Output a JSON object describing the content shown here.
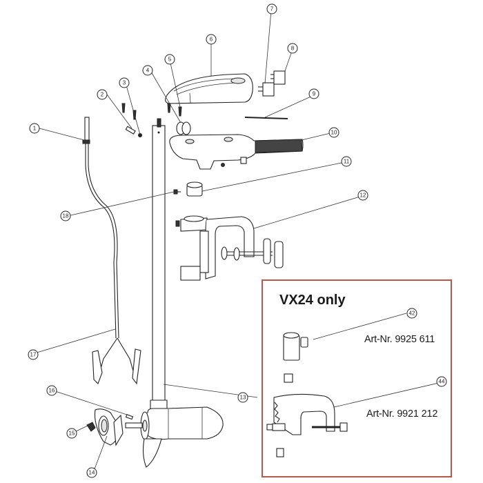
{
  "diagram": {
    "title": "Electric trolling motor exploded parts diagram",
    "callouts": [
      {
        "id": "1",
        "label": "1",
        "part": "cable-grommet"
      },
      {
        "id": "2",
        "label": "2",
        "part": "pin"
      },
      {
        "id": "3",
        "label": "3",
        "part": "screw-and-nut"
      },
      {
        "id": "4",
        "label": "4",
        "part": "spring-rings"
      },
      {
        "id": "5",
        "label": "5",
        "part": "cover-screws"
      },
      {
        "id": "6",
        "label": "6",
        "part": "head-cover"
      },
      {
        "id": "7",
        "label": "7",
        "part": "switch"
      },
      {
        "id": "8",
        "label": "8",
        "part": "switch"
      },
      {
        "id": "9",
        "label": "9",
        "part": "wire-link"
      },
      {
        "id": "10",
        "label": "10",
        "part": "tiller-handle-housing"
      },
      {
        "id": "11",
        "label": "11",
        "part": "collar"
      },
      {
        "id": "12",
        "label": "12",
        "part": "transom-clamp-bracket"
      },
      {
        "id": "13",
        "label": "13",
        "part": "shaft-and-motor"
      },
      {
        "id": "14",
        "label": "14",
        "part": "propeller"
      },
      {
        "id": "15",
        "label": "15",
        "part": "prop-nut"
      },
      {
        "id": "16",
        "label": "16",
        "part": "shear-pin"
      },
      {
        "id": "17",
        "label": "17",
        "part": "battery-cable-with-clips"
      },
      {
        "id": "18",
        "label": "18",
        "part": "collar-thumbscrew"
      }
    ],
    "inset": {
      "title": "VX24 only",
      "border_color": "#b5574b",
      "parts": [
        {
          "callout": "42",
          "art_nr": "Art-Nr. 9925 611"
        },
        {
          "callout": "44",
          "art_nr": "Art-Nr. 9921 212"
        }
      ]
    }
  }
}
